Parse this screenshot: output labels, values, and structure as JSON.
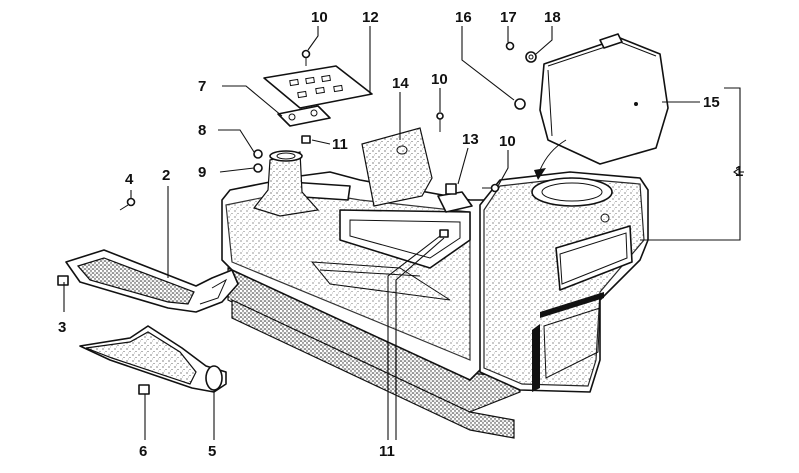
{
  "callouts": [
    {
      "id": "c1",
      "label": "1"
    },
    {
      "id": "c2",
      "label": "2"
    },
    {
      "id": "c3",
      "label": "3"
    },
    {
      "id": "c4",
      "label": "4"
    },
    {
      "id": "c5",
      "label": "5"
    },
    {
      "id": "c6",
      "label": "6"
    },
    {
      "id": "c7",
      "label": "7"
    },
    {
      "id": "c8",
      "label": "8"
    },
    {
      "id": "c9",
      "label": "9"
    },
    {
      "id": "c10a",
      "label": "10"
    },
    {
      "id": "c10b",
      "label": "10"
    },
    {
      "id": "c10c",
      "label": "10"
    },
    {
      "id": "c11a",
      "label": "11"
    },
    {
      "id": "c11b",
      "label": "11"
    },
    {
      "id": "c12",
      "label": "12"
    },
    {
      "id": "c13",
      "label": "13"
    },
    {
      "id": "c14",
      "label": "14"
    },
    {
      "id": "c15",
      "label": "15"
    },
    {
      "id": "c16",
      "label": "16"
    },
    {
      "id": "c17",
      "label": "17"
    },
    {
      "id": "c18",
      "label": "18"
    }
  ]
}
